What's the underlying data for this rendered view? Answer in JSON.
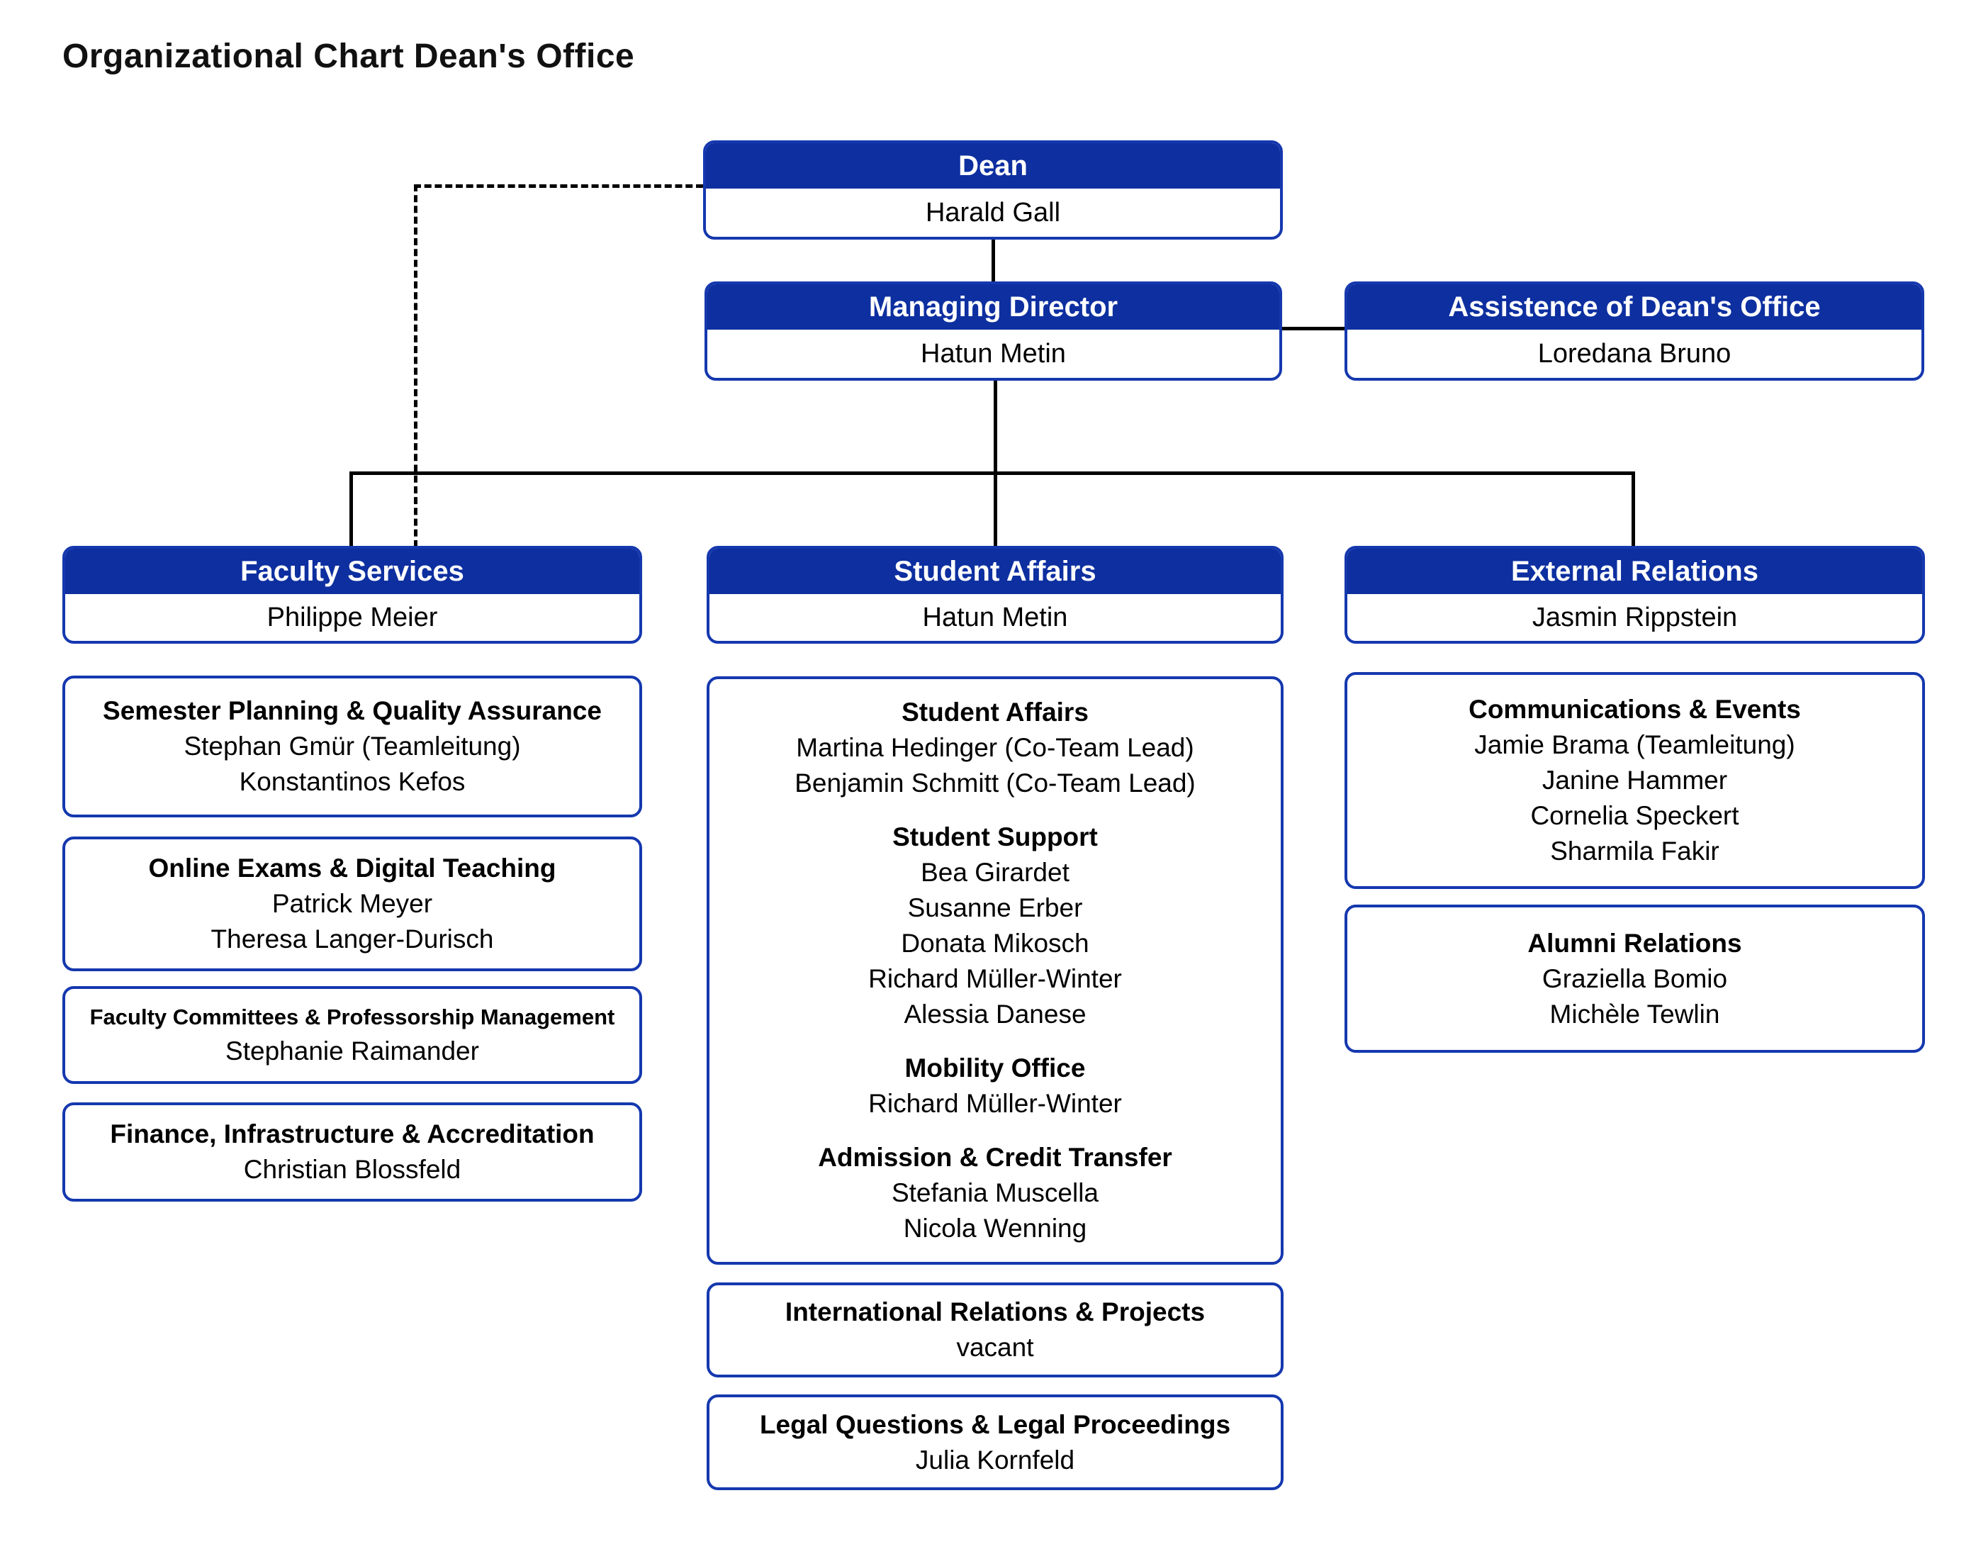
{
  "title": "Organizational Chart Dean's Office",
  "colors": {
    "header_bg": "#0d2fa0",
    "box_border": "#1538ae",
    "connector": "#000000"
  },
  "top_boxes": {
    "dean": {
      "title": "Dean",
      "name": "Harald Gall"
    },
    "managing_director": {
      "title": "Managing Director",
      "name": "Hatun Metin"
    },
    "assistance": {
      "title": "Assistence of Dean's Office",
      "name": "Loredana Bruno"
    }
  },
  "columns": [
    {
      "title": "Faculty Services",
      "lead": "Philippe Meier",
      "units": [
        {
          "title": "Semester Planning & Quality Assurance",
          "members": [
            "Stephan Gmür (Teamleitung)",
            "Konstantinos Kefos"
          ]
        },
        {
          "title": "Online Exams & Digital Teaching",
          "members": [
            "Patrick Meyer",
            "Theresa Langer-Durisch"
          ]
        },
        {
          "title": "Faculty Committees & Professorship Management",
          "members": [
            "Stephanie Raimander"
          ]
        },
        {
          "title": "Finance, Infrastructure & Accreditation",
          "members": [
            "Christian Blossfeld"
          ]
        }
      ]
    },
    {
      "title": "Student Affairs",
      "lead": "Hatun Metin",
      "units": [
        {
          "groups": [
            {
              "title": "Student Affairs",
              "members": [
                "Martina Hedinger (Co-Team Lead)",
                "Benjamin Schmitt (Co-Team Lead)"
              ]
            },
            {
              "title": "Student Support",
              "members": [
                "Bea Girardet",
                "Susanne Erber",
                "Donata Mikosch",
                "Richard Müller-Winter",
                "Alessia Danese"
              ]
            },
            {
              "title": "Mobility Office",
              "members": [
                "Richard Müller-Winter"
              ]
            },
            {
              "title": "Admission & Credit Transfer",
              "members": [
                "Stefania Muscella",
                "Nicola Wenning"
              ]
            }
          ]
        },
        {
          "title": "International Relations & Projects",
          "members": [
            "vacant"
          ]
        },
        {
          "title": "Legal Questions & Legal Proceedings",
          "members": [
            "Julia Kornfeld"
          ]
        }
      ]
    },
    {
      "title": "External Relations",
      "lead": "Jasmin Rippstein",
      "units": [
        {
          "title": "Communications & Events",
          "members": [
            "Jamie Brama (Teamleitung)",
            "Janine Hammer",
            "Cornelia Speckert",
            "Sharmila Fakir"
          ]
        },
        {
          "title": "Alumni Relations",
          "members": [
            "Graziella Bomio",
            "Michèle Tewlin"
          ]
        }
      ]
    }
  ]
}
